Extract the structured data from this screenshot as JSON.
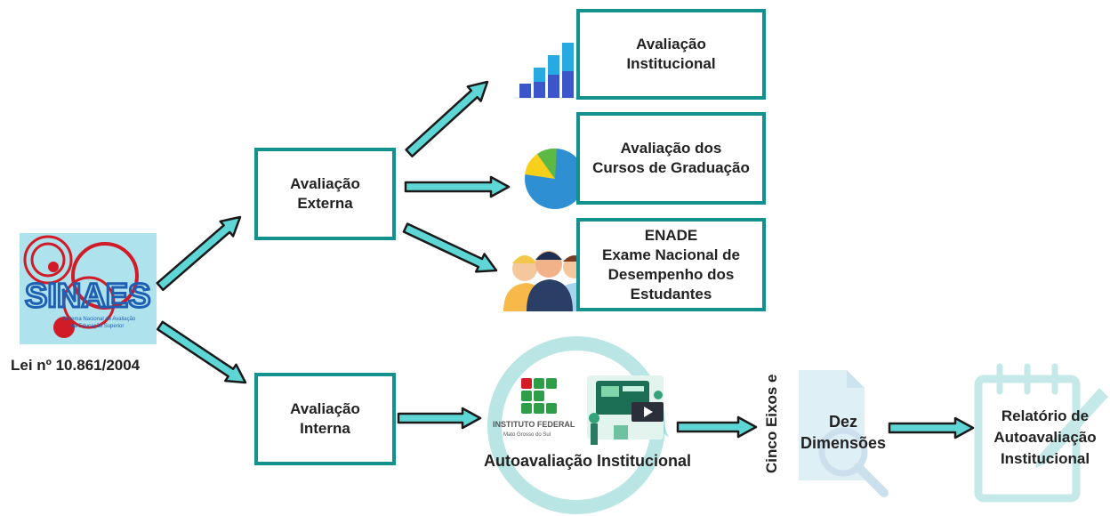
{
  "logo": {
    "title": "SINAES",
    "subtitle_line1": "Sistema Nacional de Avaliação",
    "subtitle_line2": "da Educação Superior",
    "law": "Lei nº 10.861/2004"
  },
  "boxes": {
    "externa": {
      "line1": "Avaliação",
      "line2": "Externa"
    },
    "interna": {
      "line1": "Avaliação",
      "line2": "Interna"
    },
    "institucional": {
      "line1": "Avaliação",
      "line2": "Institucional"
    },
    "cursos": {
      "line1": "Avaliação dos",
      "line2": "Cursos de Graduação"
    },
    "enade": {
      "line1": "ENADE",
      "line2": "Exame Nacional de",
      "line3": "Desempenho dos",
      "line4": "Estudantes"
    }
  },
  "autoavaliacao": {
    "caption": "Autoavaliação Institucional",
    "if_name": "INSTITUTO FEDERAL",
    "if_campus": "Mato Grosso do Sul"
  },
  "eixos": {
    "vertical": "Cinco Eixos e",
    "line1": "Dez",
    "line2": "Dimensões"
  },
  "relatorio": {
    "line1": "Relatório de",
    "line2": "Autoavaliação",
    "line3": "Institucional"
  },
  "colors": {
    "accent": "#12918f",
    "arrow_fill": "#5fd6d6",
    "arrow_stroke": "#1a1a1a",
    "bar_dark": "#3a56c8",
    "bar_light": "#27a9e1",
    "pie_blue": "#2f8fd3",
    "pie_yellow": "#f6d01a",
    "pie_green": "#5db946",
    "ring": "#7fcfcf"
  },
  "icons": [
    "sinaes-logo",
    "bar-chart-icon",
    "pie-chart-icon",
    "students-icon",
    "if-logo",
    "tech-illustration-icon",
    "document-search-icon",
    "clipboard-icon",
    "arrow-icon"
  ]
}
